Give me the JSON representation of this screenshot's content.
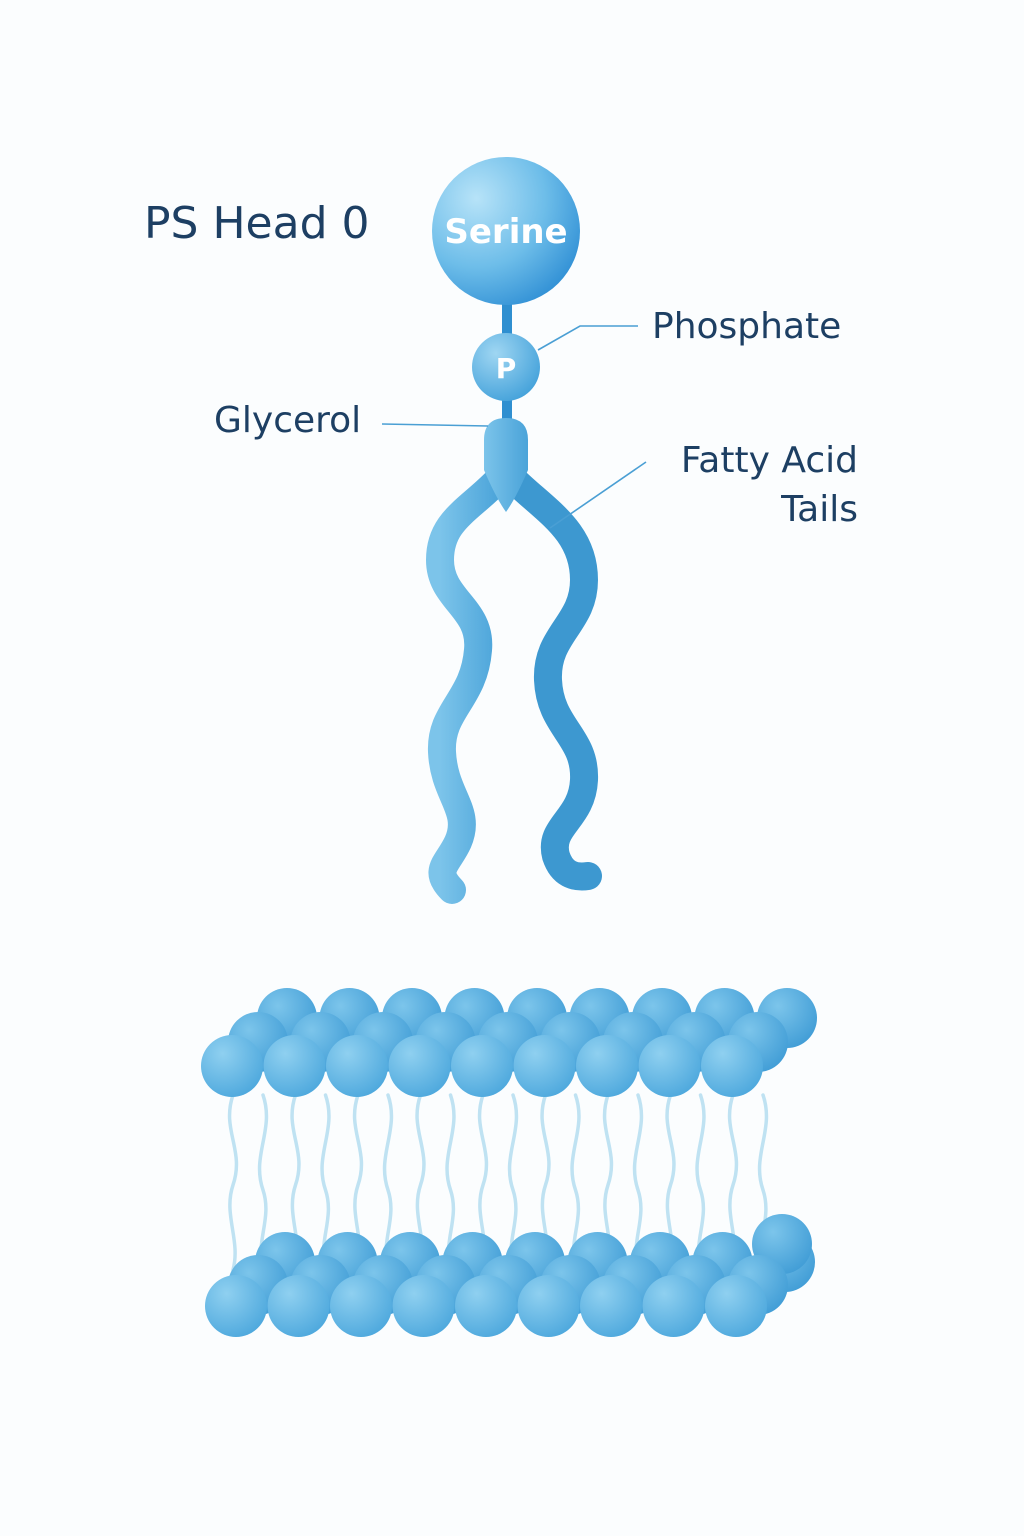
{
  "diagram": {
    "title": "PS Head 0",
    "head_group_label": "Serine",
    "phosphate_symbol": "P",
    "labels": {
      "phosphate": "Phosphate",
      "glycerol": "Glycerol",
      "tails_line1": "Fatty Acid",
      "tails_line2": "Tails"
    }
  },
  "colors": {
    "head_light": "#a9dcf5",
    "head_mid": "#5fb3e4",
    "head_dark": "#2b8fd6",
    "tail_light": "#6ab8e3",
    "tail_dark": "#3d98d0",
    "text": "#1d3f63",
    "leader_line": "#4a9fd4",
    "bilayer_tail": "#bfe2f2"
  },
  "icons": {
    "molecule": "phospholipid-molecule",
    "bilayer": "lipid-bilayer"
  }
}
